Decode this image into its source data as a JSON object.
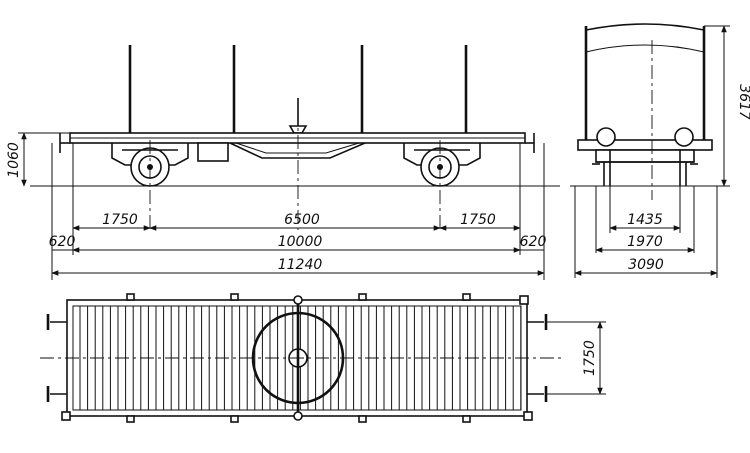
{
  "dimensions": {
    "side_height": "1060",
    "bogie_overhang_left": "1750",
    "bogie_centers": "6500",
    "bogie_overhang_right": "1750",
    "end_left": "620",
    "frame_length": "10000",
    "end_right": "620",
    "overall_length": "11240",
    "end_height": "3617",
    "gauge": "1435",
    "axle_width": "1970",
    "overall_width": "3090",
    "plan_width": "1750"
  },
  "colors": {
    "ink": "#111111",
    "paper": "#ffffff"
  }
}
